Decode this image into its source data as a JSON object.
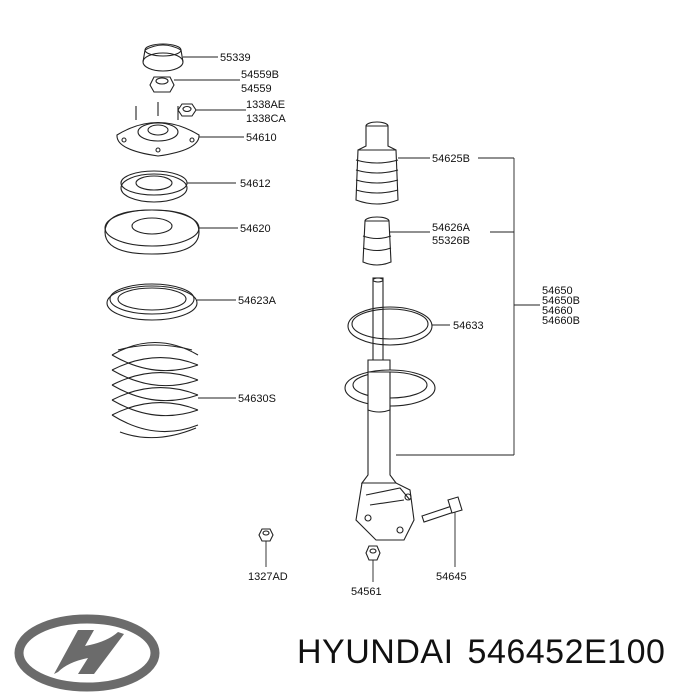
{
  "parts": {
    "p55339": "55339",
    "p54559B": "54559B",
    "p54559": "54559",
    "p1338AE": "1338AE",
    "p1338CA": "1338CA",
    "p54610": "54610",
    "p54612": "54612",
    "p54620": "54620",
    "p54623A": "54623A",
    "p54630S": "54630S",
    "p54625B": "54625B",
    "p54626A": "54626A",
    "p55326B": "55326B",
    "p54633": "54633",
    "p54650": "54650",
    "p54650B": "54650B",
    "p54660": "54660",
    "p54660B": "54660B",
    "p1327AD": "1327AD",
    "p54561": "54561",
    "p54645": "54645"
  },
  "caption": {
    "brand": "HYUNDAI",
    "part_number": "546452E100"
  },
  "logo_icon": "hyundai-logo-icon"
}
